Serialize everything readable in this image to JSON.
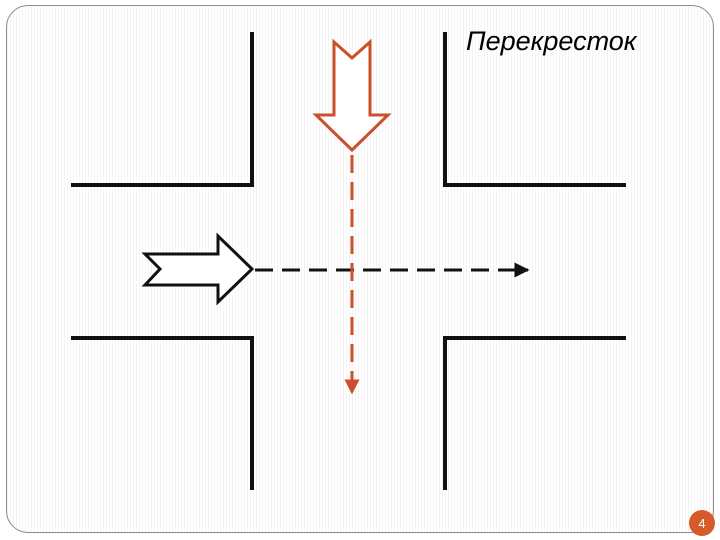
{
  "slide": {
    "title": "Перекресток",
    "page_number": "4"
  },
  "colors": {
    "road_edges": "#111111",
    "straight_path": "#111111",
    "turn_arrow": "#c9502a",
    "page_badge": "#d65a2a"
  },
  "diagram": {
    "elements": [
      {
        "name": "road-edge-top-left-corner",
        "kind": "road-edge"
      },
      {
        "name": "road-edge-top-right-corner",
        "kind": "road-edge"
      },
      {
        "name": "road-edge-bottom-left-corner",
        "kind": "road-edge"
      },
      {
        "name": "road-edge-bottom-right-corner",
        "kind": "road-edge"
      },
      {
        "name": "arrow-from-left-icon",
        "kind": "block-arrow",
        "direction": "right"
      },
      {
        "name": "arrow-from-top-icon",
        "kind": "block-arrow",
        "direction": "down"
      },
      {
        "name": "path-straight-east",
        "kind": "dashed-path",
        "style": "dashed"
      },
      {
        "name": "path-straight-south",
        "kind": "dashed-path",
        "style": "dashed"
      }
    ]
  }
}
